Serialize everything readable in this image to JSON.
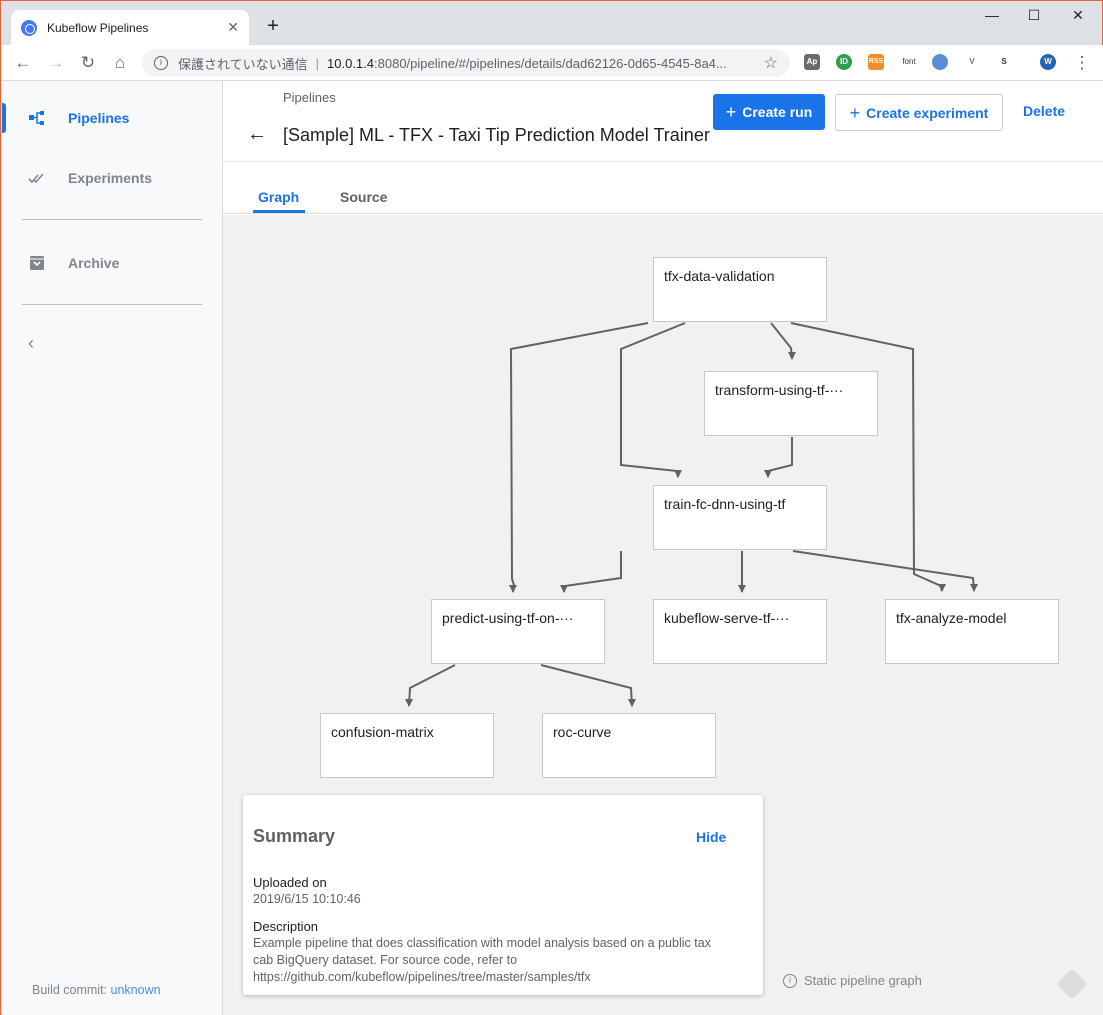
{
  "browser": {
    "tab_title": "Kubeflow Pipelines",
    "tab_close": "✕",
    "new_tab": "+",
    "window_minimize": "—",
    "window_maximize": "☐",
    "window_close": "✕",
    "address": {
      "security_text": "保護されていない通信",
      "separator": "|",
      "host": "10.0.1.4",
      "path": ":8080/pipeline/#/pipelines/details/dad62126-0d65-4545-8a4..."
    },
    "extensions": [
      "Ap",
      "ID",
      "RSS",
      "font",
      "globe",
      "V",
      "S",
      "W"
    ]
  },
  "sidebar": {
    "items": [
      {
        "label": "Pipelines",
        "icon": "pipelines-icon",
        "active": true
      },
      {
        "label": "Experiments",
        "icon": "experiments-icon",
        "active": false
      },
      {
        "label": "Archive",
        "icon": "archive-icon",
        "active": false
      }
    ],
    "collapse": "‹",
    "build_prefix": "Build commit:",
    "build_commit": "unknown"
  },
  "header": {
    "breadcrumb": "Pipelines",
    "back": "←",
    "title": "[Sample] ML - TFX - Taxi Tip Prediction Model Trainer",
    "create_run": "Create run",
    "create_experiment": "Create experiment",
    "delete": "Delete",
    "plus": "+"
  },
  "tabs": [
    {
      "label": "Graph",
      "active": true
    },
    {
      "label": "Source",
      "active": false
    }
  ],
  "graph": {
    "nodes": [
      {
        "id": "validation",
        "label": "tfx-data-validation"
      },
      {
        "id": "transform",
        "label": "transform-using-tf-···"
      },
      {
        "id": "train",
        "label": "train-fc-dnn-using-tf"
      },
      {
        "id": "predict",
        "label": "predict-using-tf-on-···"
      },
      {
        "id": "serve",
        "label": "kubeflow-serve-tf-···"
      },
      {
        "id": "analyze",
        "label": "tfx-analyze-model"
      },
      {
        "id": "confusion",
        "label": "confusion-matrix"
      },
      {
        "id": "roc",
        "label": "roc-curve"
      }
    ],
    "edges": [
      [
        "validation",
        "transform"
      ],
      [
        "validation",
        "train"
      ],
      [
        "validation",
        "predict"
      ],
      [
        "validation",
        "analyze"
      ],
      [
        "transform",
        "train"
      ],
      [
        "train",
        "predict"
      ],
      [
        "train",
        "serve"
      ],
      [
        "train",
        "analyze"
      ],
      [
        "predict",
        "confusion"
      ],
      [
        "predict",
        "roc"
      ]
    ],
    "edge_color": "#5f6368"
  },
  "summary": {
    "title": "Summary",
    "hide": "Hide",
    "uploaded_label": "Uploaded on",
    "uploaded_value": "2019/6/15 10:10:46",
    "description_label": "Description",
    "description_lines": [
      "Example pipeline that does classification with model analysis based on a public tax",
      "cab BigQuery dataset. For source code, refer to",
      "https://github.com/kubeflow/pipelines/tree/master/samples/tfx"
    ]
  },
  "static_graph": {
    "icon": "info-icon",
    "text": "Static pipeline graph"
  },
  "colors": {
    "accent": "#1a73e8",
    "sidebar_bg": "#f8f9fa",
    "canvas_bg": "#f1f1f1"
  }
}
